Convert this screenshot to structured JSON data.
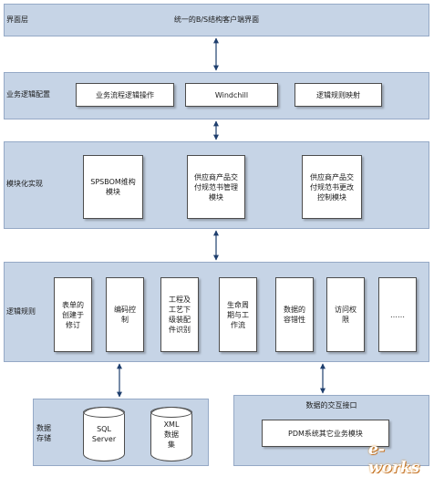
{
  "layers": {
    "interface": {
      "label": "界面层",
      "content": "统一的B/S结构客户端界面"
    },
    "business_logic": {
      "label": "业务逻辑配置",
      "items": [
        "业务流程逻辑操作",
        "Windchill",
        "逻辑规则映射"
      ]
    },
    "modules": {
      "label": "模块化实现",
      "items": [
        "SPSBOM维构\n模块",
        "供应商产品交\n付规范书管理\n模块",
        "供应商产品交\n付规范书更改\n控制模块"
      ]
    },
    "logic_rules": {
      "label": "逻辑规则",
      "items": [
        "表单的\n创建于\n修订",
        "编码控\n制",
        "工程及\n工艺下\n级装配\n件识别",
        "生命周\n期与工\n作流",
        "数据的\n容错性",
        "访问权\n限",
        "……"
      ]
    },
    "data_storage": {
      "label": "数据\n存储",
      "items": [
        "SQL\nServer",
        "XML\n数据\n集"
      ]
    },
    "data_interface": {
      "label": "数据的交互接口",
      "module": "PDM系统其它业务模块"
    }
  },
  "watermark": "e-works",
  "colors": {
    "layer_fill": "#c6d4e6",
    "layer_border": "#95a9c6",
    "box_border": "#4c4c4c",
    "arrow": "#1f3f6e"
  }
}
